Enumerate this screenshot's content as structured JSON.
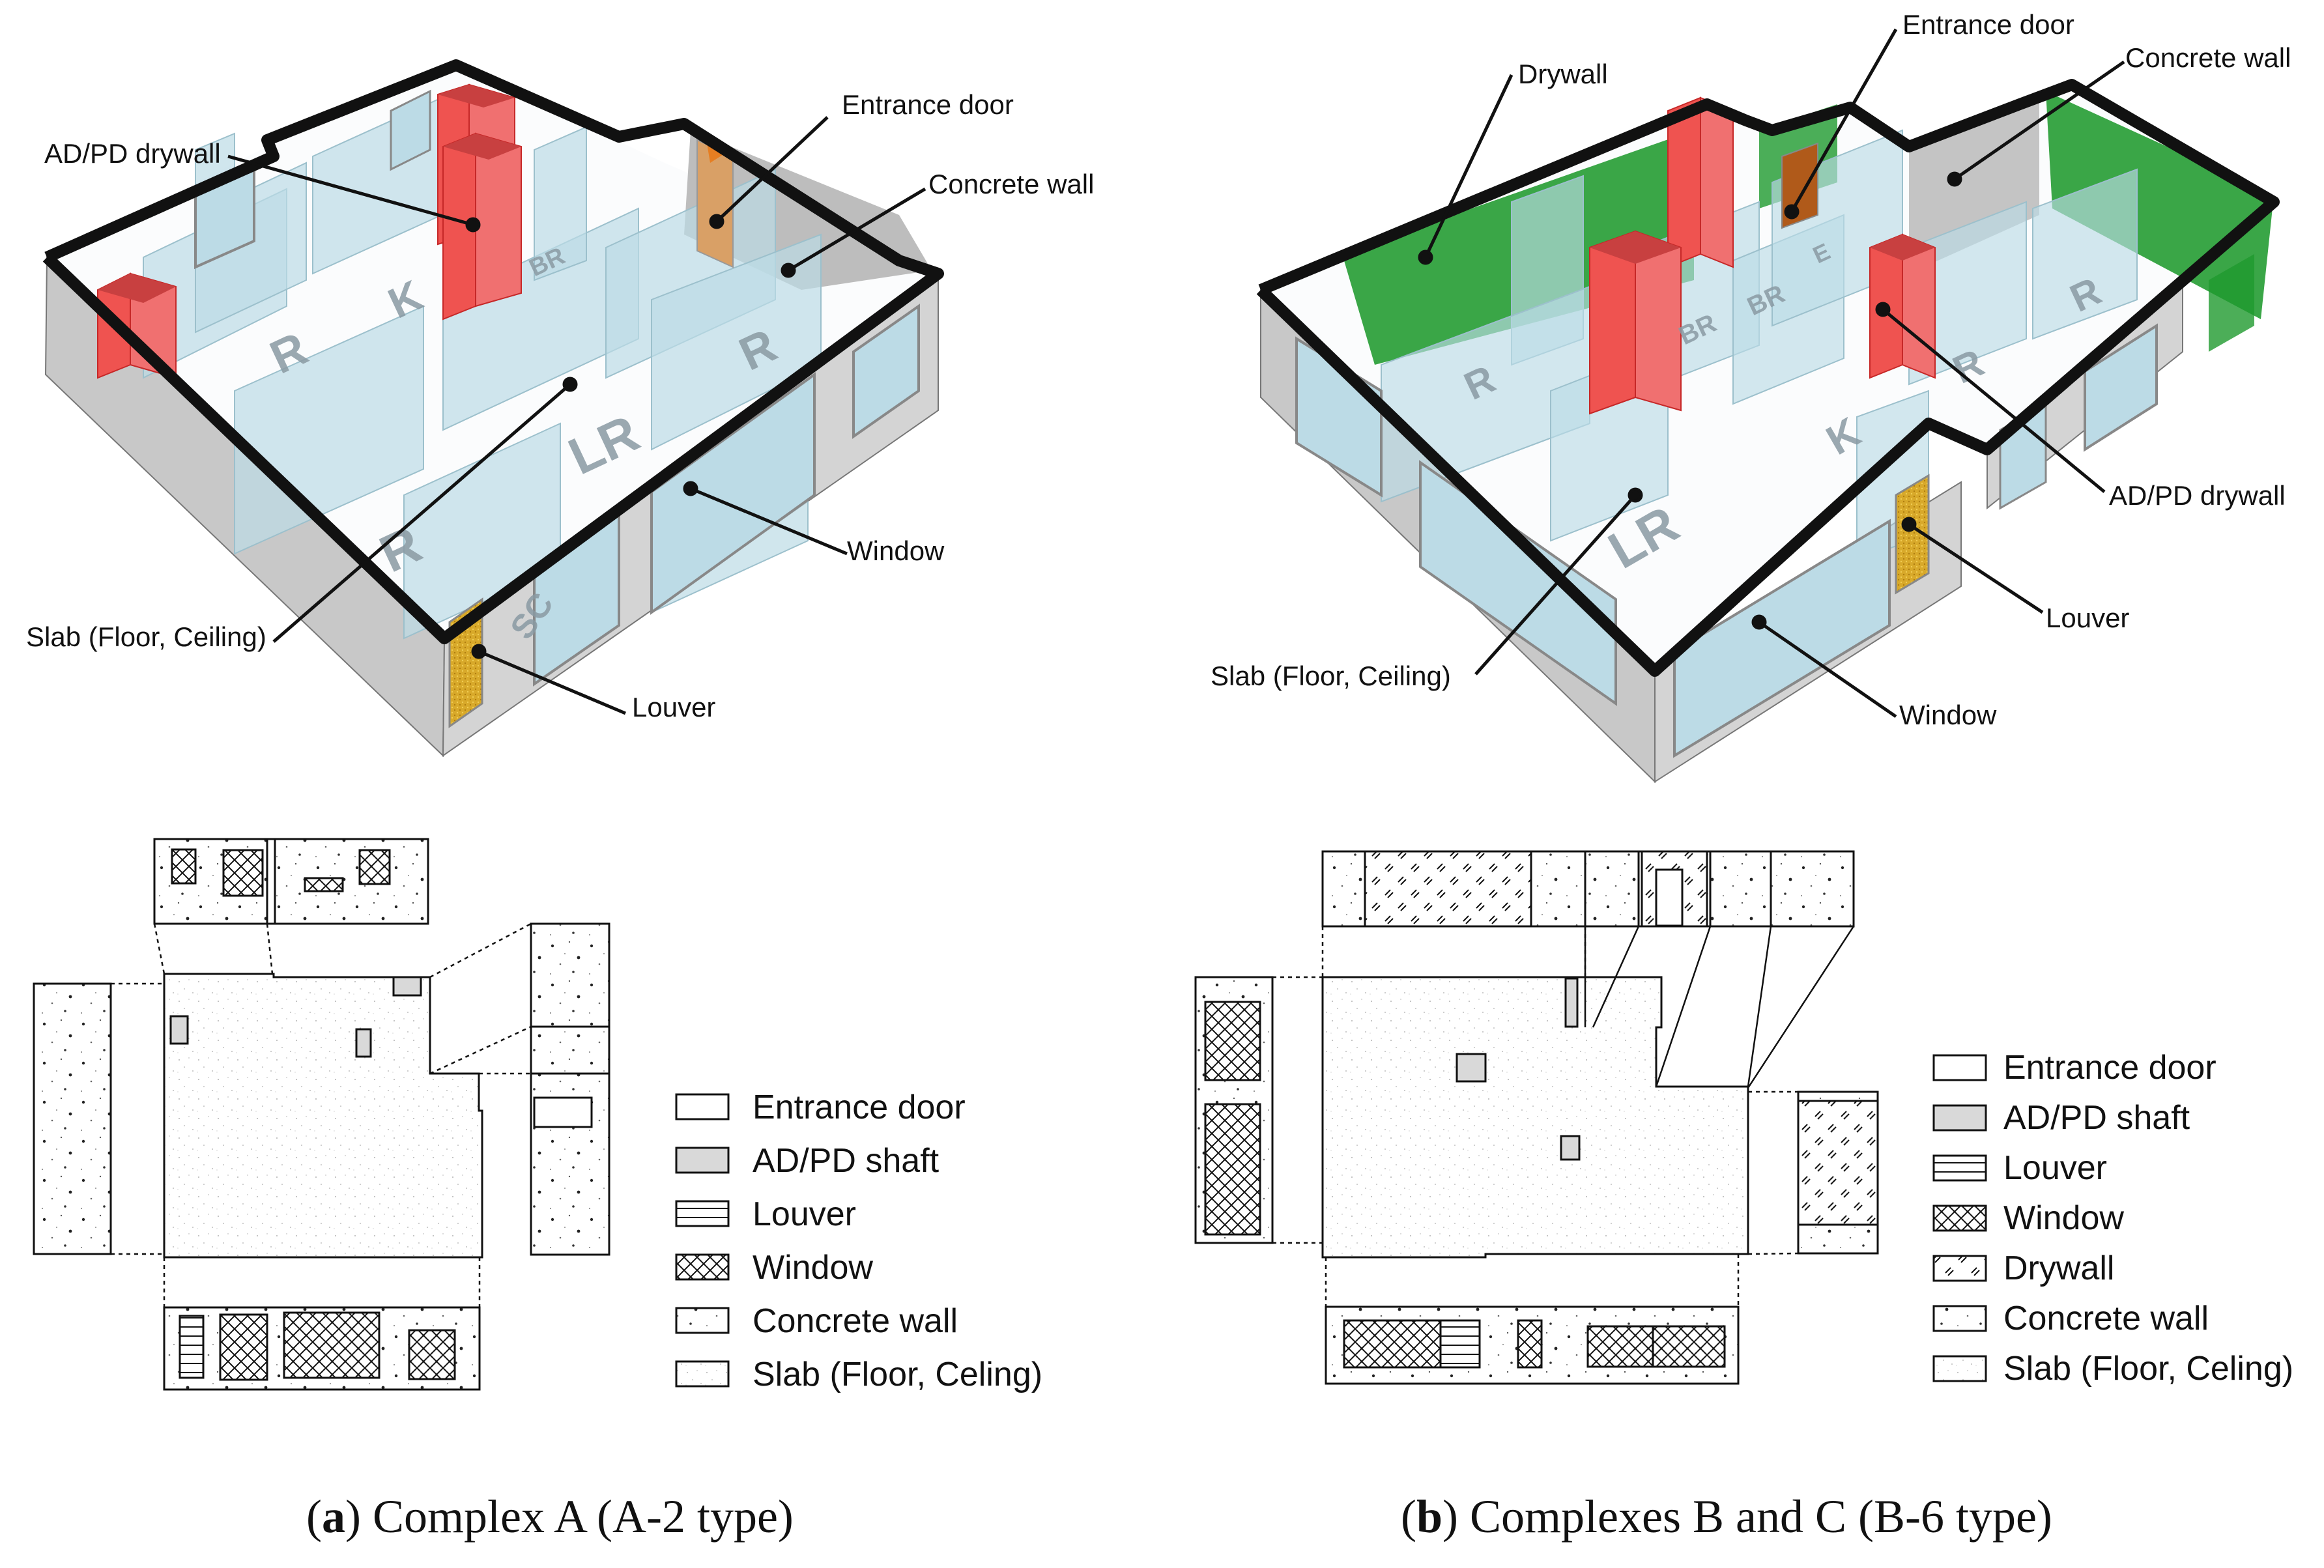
{
  "panel_a": {
    "callouts": {
      "ad_pd_drywall": "AD/PD drywall",
      "entrance_door": "Entrance door",
      "concrete_wall": "Concrete wall",
      "window": "Window",
      "slab": "Slab (Floor, Ceiling)",
      "louver": "Louver"
    },
    "rooms": [
      "R",
      "K",
      "BR",
      "R",
      "LR",
      "R",
      "SC"
    ],
    "legend": [
      "Entrance door",
      "AD/PD shaft",
      "Louver",
      "Window",
      "Concrete wall",
      "Slab (Floor, Celing)"
    ],
    "caption_letter": "a",
    "caption_text": "Complex A (A-2 type)"
  },
  "panel_b": {
    "callouts": {
      "drywall": "Drywall",
      "entrance_door": "Entrance door",
      "concrete_wall": "Concrete wall",
      "ad_pd_drywall": "AD/PD drywall",
      "louver": "Louver",
      "window": "Window",
      "slab": "Slab (Floor, Ceiling)"
    },
    "rooms": [
      "R",
      "BR",
      "BR",
      "E",
      "R",
      "R",
      "LR",
      "K"
    ],
    "legend": [
      "Entrance door",
      "AD/PD shaft",
      "Louver",
      "Window",
      "Drywall",
      "Concrete wall",
      "Slab (Floor, Celing)"
    ],
    "caption_letter": "b",
    "caption_text": "Complexes B and C (B-6 type)"
  },
  "colors": {
    "concrete": "#c9c9c9",
    "glass": "#bcdbe6",
    "shaft": "#ef5350",
    "door": "#d9a066",
    "drywall": "#1f9a2e",
    "louver": "#d8a92a",
    "wall_top": "#111111"
  }
}
